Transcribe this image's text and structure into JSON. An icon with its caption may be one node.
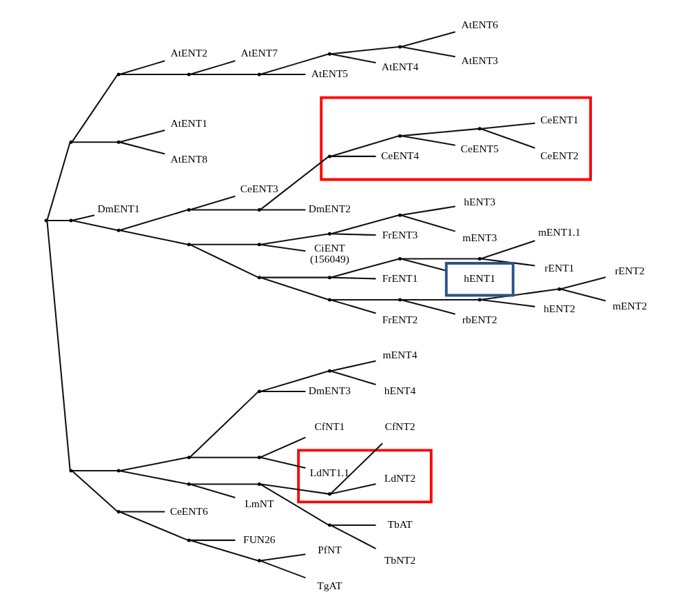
{
  "diagram": {
    "nodes": [
      {
        "text": [],
        "shape": "box"
      },
      {
        "text": [
          "CeENT2"
        ],
        "in": 0
      },
      {
        "text": [
          "CeENT5"
        ],
        "in": 0
      },
      {
        "text": [
          "CeENT4"
        ],
        "in": 0
      },
      {
        "text": [
          "CeENT1"
        ],
        "in": 0
      },
      {
        "text": [],
        "shape": "point",
        "in": 0
      },
      {
        "text": [],
        "shape": "point",
        "in": 0
      },
      {
        "text": [],
        "shape": "point",
        "in": 0
      },
      {
        "text": [
          "DmENT2"
        ]
      },
      {
        "text": [
          "CeENT3"
        ]
      },
      {
        "text": [],
        "shape": "point"
      },
      {
        "text": [],
        "shape": "point"
      },
      {
        "text": [
          "AtENT3"
        ]
      },
      {
        "text": [
          "AtENT6"
        ]
      },
      {
        "text": [
          "AtENT4"
        ]
      },
      {
        "text": [
          "AtENT5"
        ]
      },
      {
        "text": [
          "AtENT1"
        ]
      },
      {
        "text": [
          "AtENT8"
        ]
      },
      {
        "text": [
          "AtENT7"
        ]
      },
      {
        "text": [
          "AtENT2"
        ]
      },
      {
        "text": [],
        "shape": "point"
      },
      {
        "text": [],
        "shape": "point"
      },
      {
        "text": [],
        "shape": "point"
      },
      {
        "text": [],
        "shape": "point"
      },
      {
        "text": [],
        "shape": "point"
      },
      {
        "text": [],
        "shape": "point"
      },
      {
        "text": [],
        "shape": "point"
      },
      {
        "text": [
          "DmENT1"
        ]
      },
      {
        "text": [],
        "shape": "point"
      },
      {
        "text": [],
        "shape": "point"
      },
      {
        "text": [],
        "shape": "point"
      },
      {
        "text": [
          "hENT4"
        ]
      },
      {
        "text": [
          "mENT4"
        ]
      },
      {
        "text": [
          "DmENT3"
        ]
      },
      {
        "text": [
          "CfNT1"
        ]
      },
      {
        "text": [],
        "shape": "point"
      },
      {
        "text": [],
        "shape": "point"
      },
      {
        "text": [],
        "shape": "point"
      },
      {
        "text": [],
        "shape": "point"
      },
      {
        "text": [],
        "shape": "box"
      },
      {
        "text": [
          "LdNT1.1"
        ],
        "in": 39
      },
      {
        "text": [
          "LdNT2"
        ],
        "in": 39
      },
      {
        "text": [],
        "shape": "point",
        "in": 39
      },
      {
        "text": [
          "CfNT2"
        ]
      },
      {
        "text": [
          "TbNT2"
        ]
      },
      {
        "text": [
          "TbAT"
        ]
      },
      {
        "text": [],
        "shape": "point"
      },
      {
        "text": [],
        "shape": "point"
      },
      {
        "text": [
          "LmNT"
        ]
      },
      {
        "text": [],
        "shape": "point"
      },
      {
        "text": [],
        "shape": "point"
      },
      {
        "text": [],
        "shape": "point"
      },
      {
        "text": [
          "CeENT6"
        ]
      },
      {
        "text": [],
        "shape": "point"
      },
      {
        "text": [
          "FUN26"
        ]
      },
      {
        "text": [],
        "shape": "point"
      },
      {
        "text": [
          "TgAT"
        ]
      },
      {
        "text": [
          "PfNT"
        ]
      },
      {
        "text": [],
        "shape": "point"
      },
      {
        "text": [
          "mENT3"
        ]
      },
      {
        "text": [
          "FrENT3"
        ]
      },
      {
        "text": [
          "CiENT",
          "(156049)"
        ]
      },
      {
        "text": [
          "hENT3"
        ]
      },
      {
        "text": [],
        "shape": "point"
      },
      {
        "text": [],
        "shape": "point"
      },
      {
        "text": [],
        "shape": "point"
      },
      {
        "text": [],
        "shape": "point"
      },
      {
        "text": [
          "FrENT2"
        ]
      },
      {
        "text": [
          "rbENT2"
        ]
      },
      {
        "text": [
          "hENT2"
        ]
      },
      {
        "text": [
          "rENT2"
        ]
      },
      {
        "text": [
          "mENT2"
        ]
      },
      {
        "text": [],
        "shape": "point"
      },
      {
        "text": [],
        "shape": "point"
      },
      {
        "text": [],
        "shape": "point"
      },
      {
        "text": [],
        "shape": "point"
      },
      {
        "text": [],
        "shape": "point"
      },
      {
        "text": [
          "FrENT1"
        ]
      },
      {
        "text": [
          "hENT1"
        ]
      },
      {
        "text": [
          "rENT1"
        ]
      },
      {
        "text": [
          "mENT1.1"
        ]
      },
      {
        "text": [],
        "shape": "point"
      },
      {
        "text": [],
        "shape": "point"
      },
      {
        "text": [],
        "shape": "point"
      }
    ],
    "edges": [
      {
        "from": 5,
        "to": 1,
        "arrow": "none"
      },
      {
        "from": 5,
        "to": 4,
        "arrow": "none"
      },
      {
        "from": 6,
        "to": 5,
        "arrow": "none"
      },
      {
        "from": 6,
        "to": 2,
        "arrow": "none"
      },
      {
        "from": 7,
        "to": 6,
        "arrow": "none"
      },
      {
        "from": 7,
        "to": 3,
        "arrow": "none"
      },
      {
        "from": 10,
        "to": 7,
        "arrow": "none"
      },
      {
        "from": 10,
        "to": 8,
        "arrow": "none"
      },
      {
        "from": 11,
        "to": 10,
        "arrow": "none"
      },
      {
        "from": 11,
        "to": 9,
        "arrow": "none"
      },
      {
        "from": 30,
        "to": 11,
        "arrow": "none"
      },
      {
        "from": 20,
        "to": 12,
        "arrow": "none"
      },
      {
        "from": 20,
        "to": 13,
        "arrow": "none"
      },
      {
        "from": 21,
        "to": 20,
        "arrow": "none"
      },
      {
        "from": 21,
        "to": 14,
        "arrow": "none"
      },
      {
        "from": 22,
        "to": 21,
        "arrow": "none"
      },
      {
        "from": 22,
        "to": 15,
        "arrow": "none"
      },
      {
        "from": 23,
        "to": 22,
        "arrow": "none"
      },
      {
        "from": 23,
        "to": 18,
        "arrow": "none"
      },
      {
        "from": 24,
        "to": 23,
        "arrow": "none"
      },
      {
        "from": 24,
        "to": 19,
        "arrow": "none"
      },
      {
        "from": 26,
        "to": 24,
        "arrow": "none"
      },
      {
        "from": 25,
        "to": 16,
        "arrow": "none"
      },
      {
        "from": 25,
        "to": 17,
        "arrow": "none"
      },
      {
        "from": 26,
        "to": 25,
        "arrow": "none"
      },
      {
        "from": 28,
        "to": 26,
        "arrow": "none"
      },
      {
        "from": 28,
        "to": 29,
        "arrow": "none"
      },
      {
        "from": 29,
        "to": 27,
        "arrow": "none"
      },
      {
        "from": 29,
        "to": 30,
        "arrow": "none"
      },
      {
        "from": 35,
        "to": 31,
        "arrow": "none"
      },
      {
        "from": 35,
        "to": 32,
        "arrow": "none"
      },
      {
        "from": 36,
        "to": 35,
        "arrow": "none"
      },
      {
        "from": 36,
        "to": 33,
        "arrow": "none"
      },
      {
        "from": 38,
        "to": 36,
        "arrow": "none"
      },
      {
        "from": 37,
        "to": 34,
        "arrow": "none"
      },
      {
        "from": 37,
        "to": 40,
        "arrow": "none"
      },
      {
        "from": 38,
        "to": 37,
        "arrow": "none"
      },
      {
        "from": 50,
        "to": 38,
        "arrow": "none"
      },
      {
        "from": 42,
        "to": 41,
        "arrow": "none"
      },
      {
        "from": 42,
        "to": 43,
        "arrow": "none"
      },
      {
        "from": 46,
        "to": 45,
        "arrow": "none"
      },
      {
        "from": 46,
        "to": 44,
        "arrow": "none"
      },
      {
        "from": 47,
        "to": 46,
        "arrow": "none"
      },
      {
        "from": 47,
        "to": 42,
        "arrow": "none"
      },
      {
        "from": 49,
        "to": 47,
        "arrow": "none"
      },
      {
        "from": 49,
        "to": 48,
        "arrow": "none"
      },
      {
        "from": 50,
        "to": 49,
        "arrow": "none"
      },
      {
        "from": 51,
        "to": 50,
        "arrow": "none"
      },
      {
        "from": 28,
        "to": 51,
        "arrow": "none"
      },
      {
        "from": 51,
        "to": 53,
        "arrow": "none"
      },
      {
        "from": 53,
        "to": 52,
        "arrow": "none"
      },
      {
        "from": 53,
        "to": 55,
        "arrow": "none"
      },
      {
        "from": 55,
        "to": 54,
        "arrow": "none"
      },
      {
        "from": 55,
        "to": 58,
        "arrow": "none"
      },
      {
        "from": 58,
        "to": 56,
        "arrow": "none"
      },
      {
        "from": 58,
        "to": 57,
        "arrow": "none"
      },
      {
        "from": 30,
        "to": 66,
        "arrow": "none"
      },
      {
        "from": 66,
        "to": 65,
        "arrow": "none"
      },
      {
        "from": 65,
        "to": 61,
        "arrow": "none"
      },
      {
        "from": 65,
        "to": 64,
        "arrow": "none"
      },
      {
        "from": 64,
        "to": 60,
        "arrow": "none"
      },
      {
        "from": 64,
        "to": 63,
        "arrow": "none"
      },
      {
        "from": 63,
        "to": 59,
        "arrow": "none"
      },
      {
        "from": 63,
        "to": 62,
        "arrow": "none"
      },
      {
        "from": 66,
        "to": 76,
        "arrow": "none"
      },
      {
        "from": 76,
        "to": 75,
        "arrow": "none"
      },
      {
        "from": 75,
        "to": 67,
        "arrow": "none"
      },
      {
        "from": 75,
        "to": 74,
        "arrow": "none"
      },
      {
        "from": 74,
        "to": 68,
        "arrow": "none"
      },
      {
        "from": 74,
        "to": 73,
        "arrow": "none"
      },
      {
        "from": 73,
        "to": 69,
        "arrow": "none"
      },
      {
        "from": 73,
        "to": 72,
        "arrow": "none"
      },
      {
        "from": 72,
        "to": 70,
        "arrow": "none"
      },
      {
        "from": 72,
        "to": 71,
        "arrow": "none"
      },
      {
        "from": 76,
        "to": 83,
        "arrow": "none"
      },
      {
        "from": 83,
        "to": 77,
        "arrow": "none"
      },
      {
        "from": 83,
        "to": 82,
        "arrow": "none"
      },
      {
        "from": 82,
        "to": 78,
        "arrow": "none"
      },
      {
        "from": 82,
        "to": 81,
        "arrow": "none"
      },
      {
        "from": 81,
        "to": 79,
        "arrow": "none"
      },
      {
        "from": 81,
        "to": 80,
        "arrow": "none"
      }
    ]
  }
}
